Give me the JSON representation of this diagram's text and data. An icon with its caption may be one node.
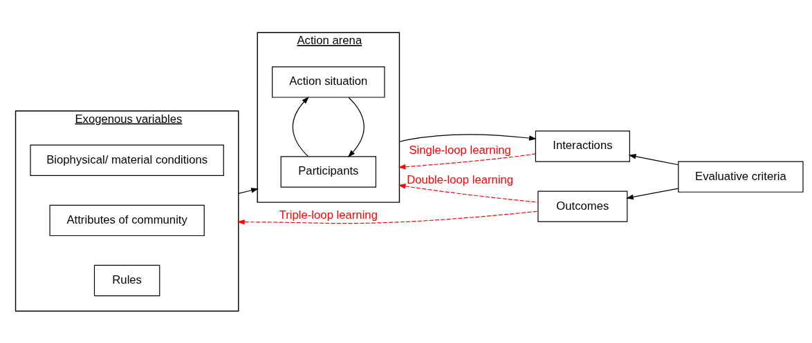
{
  "diagram": {
    "nodes": [
      {
        "text": [
          "Exogenous variables"
        ]
      },
      {
        "text": [
          "Biophysical/ material conditions"
        ],
        "in": 0
      },
      {
        "text": [
          "Attributes of community"
        ],
        "in": 0
      },
      {
        "text": [
          "Rules"
        ],
        "in": 0
      },
      {
        "text": [
          "Action arena"
        ]
      },
      {
        "text": [
          "Action situation"
        ],
        "in": 4
      },
      {
        "text": [
          "Participants"
        ],
        "in": 4
      },
      {
        "text": [
          "Interactions"
        ]
      },
      {
        "text": [
          "Evaluative criteria"
        ]
      },
      {
        "text": [
          "Outcomes"
        ]
      }
    ],
    "edges": [
      {
        "from": 0,
        "to": 4,
        "arrow": "to"
      },
      {
        "from": 5,
        "to": 6,
        "arrow": "to"
      },
      {
        "from": 6,
        "to": 5,
        "arrow": "to"
      },
      {
        "from": 4,
        "to": 7,
        "arrow": "to"
      },
      {
        "from": 7,
        "to": 4,
        "arrow": "to",
        "label": "Single-loop learning",
        "style": "dashed",
        "color": "#ff0000"
      },
      {
        "from": 8,
        "to": 7,
        "arrow": "to"
      },
      {
        "from": 8,
        "to": 9,
        "arrow": "to"
      },
      {
        "from": 9,
        "to": 0,
        "arrow": "to",
        "label": "Triple-loop learning",
        "style": "dashed",
        "color": "#ff0000"
      },
      {
        "from": 9,
        "to": 4,
        "arrow": "to",
        "label": "Double-loop learning",
        "style": "dashed",
        "color": "#ff0000"
      }
    ]
  }
}
